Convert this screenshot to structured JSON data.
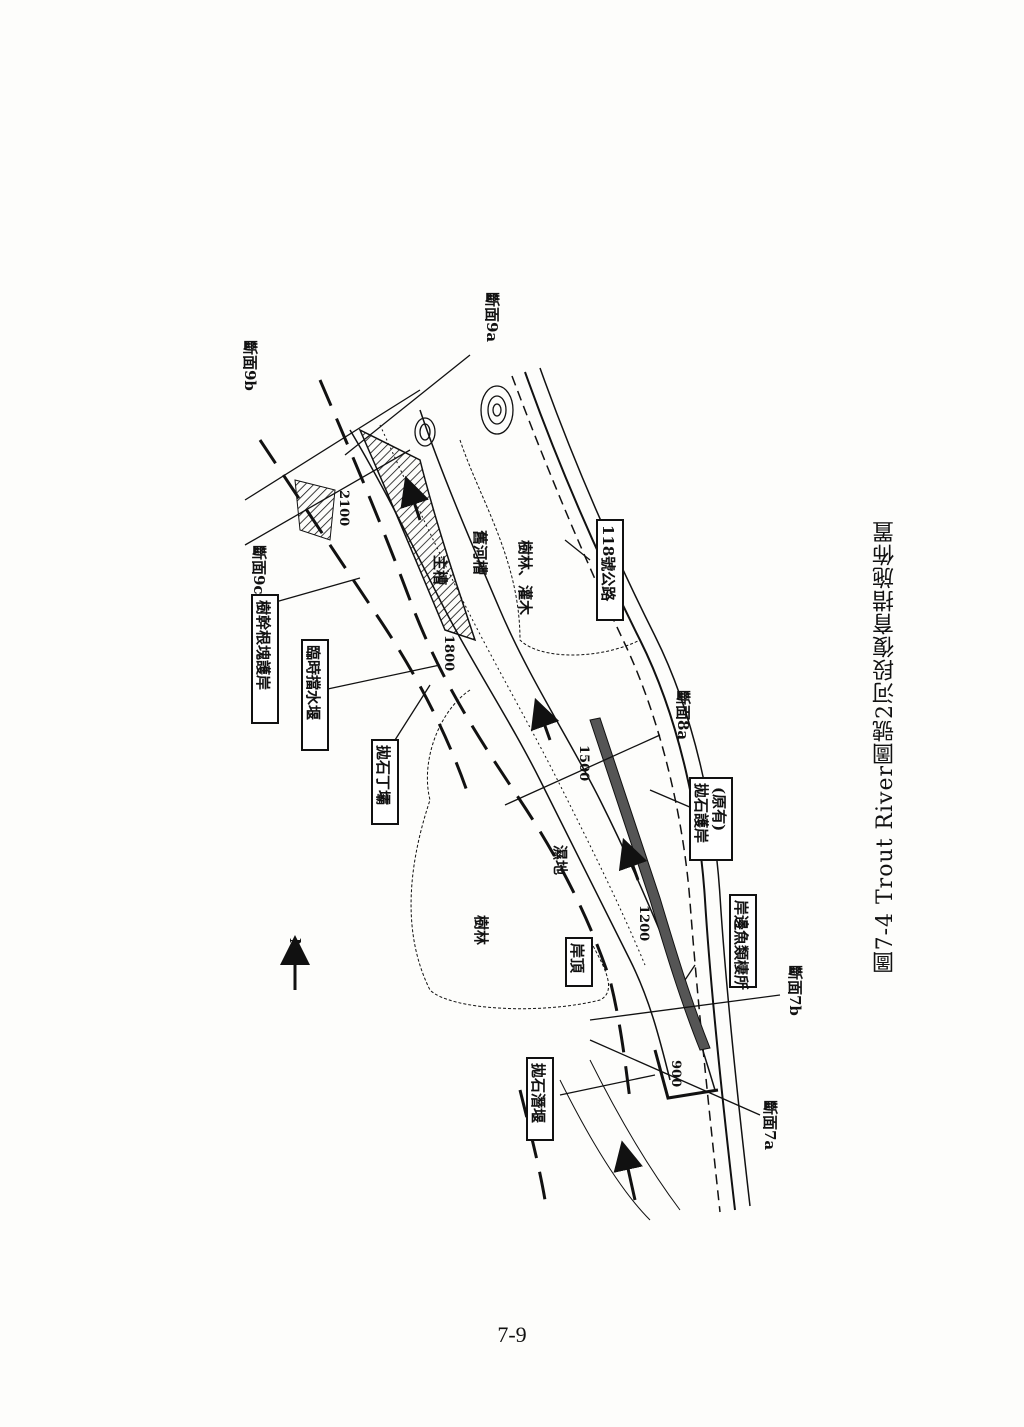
{
  "caption": "圖7-4 Trout River圖號2河段復育措施佈置",
  "page_number": "7-9",
  "north_label": "N",
  "sections": {
    "s9b": "斷面9b",
    "s9a": "斷面9a",
    "s9c": "斷面9c",
    "s8a": "斷面8a",
    "s7b": "斷面7b",
    "s7a": "斷面7a"
  },
  "boxes": {
    "trunk_root": "樹幹根塊護岸",
    "temp_weir": "臨時擋水堰",
    "rock_groin": "拋石丁壩",
    "rock_revetment_line1": "拋石護岸",
    "rock_revetment_line2": "(原有)",
    "fish_shelter": "岸邊魚類棲所",
    "bank_top": "岸頂",
    "sub_weir": "拋石潛堰",
    "highway": "118號公路"
  },
  "area_labels": {
    "forest": "樹林",
    "wetland": "濕地",
    "main_channel": "主槽",
    "old_channel": "舊河槽",
    "forest_shrub": "樹林、灌木"
  },
  "stations": [
    "2100",
    "1800",
    "1500",
    "1200",
    "900"
  ]
}
